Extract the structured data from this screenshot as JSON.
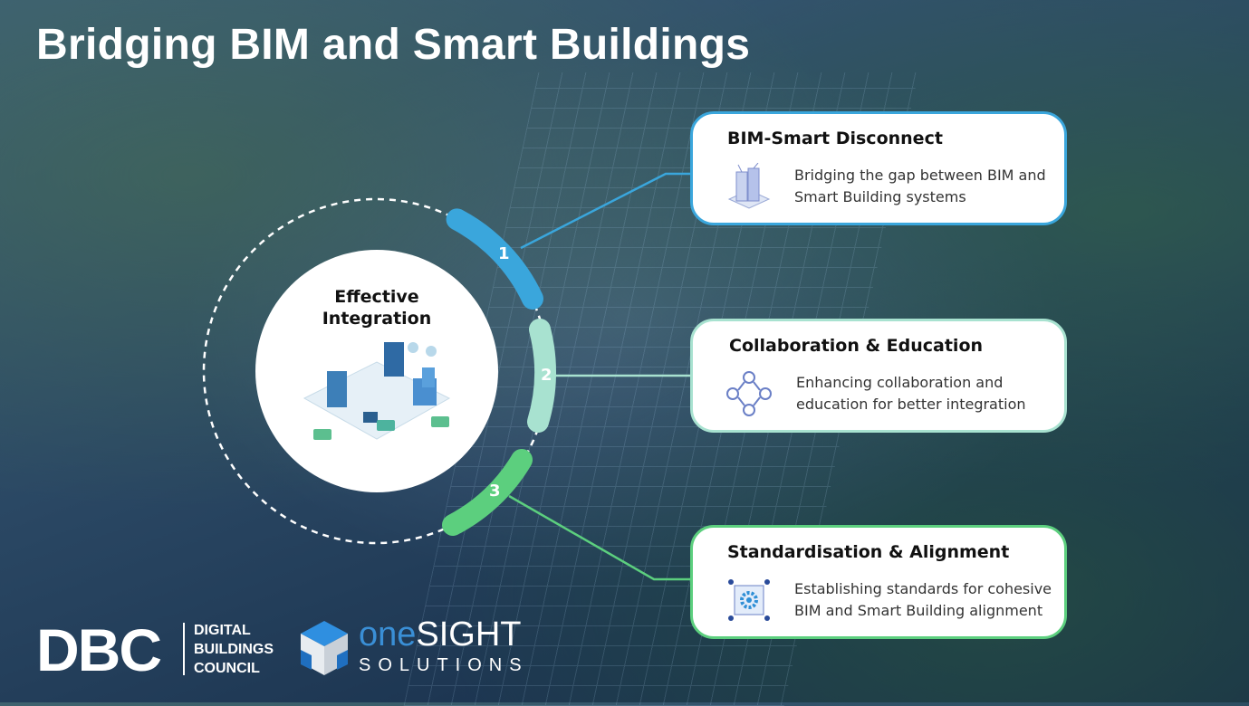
{
  "title": "Bridging BIM and Smart Buildings",
  "center": {
    "label": "Effective Integration"
  },
  "steps": [
    {
      "number": "1",
      "title": "BIM-Smart Disconnect",
      "description": "Bridging the gap between BIM and Smart Building systems",
      "color": "#3aa6dc",
      "icon": "smart-building-icon"
    },
    {
      "number": "2",
      "title": "Collaboration & Education",
      "description": "Enhancing collaboration and education for better integration",
      "color": "#a8e2d0",
      "icon": "people-network-icon"
    },
    {
      "number": "3",
      "title": "Standardisation & Alignment",
      "description": "Establishing standards for cohesive BIM and Smart Building alignment",
      "color": "#5ccf7e",
      "icon": "gear-alignment-icon"
    }
  ],
  "logos": {
    "dbc": {
      "abbr": "DBC",
      "name": "DIGITAL BUILDINGS COUNCIL"
    },
    "onesight": {
      "one": "one",
      "sight": "SIGHT",
      "sub": "SOLUTIONS"
    }
  }
}
